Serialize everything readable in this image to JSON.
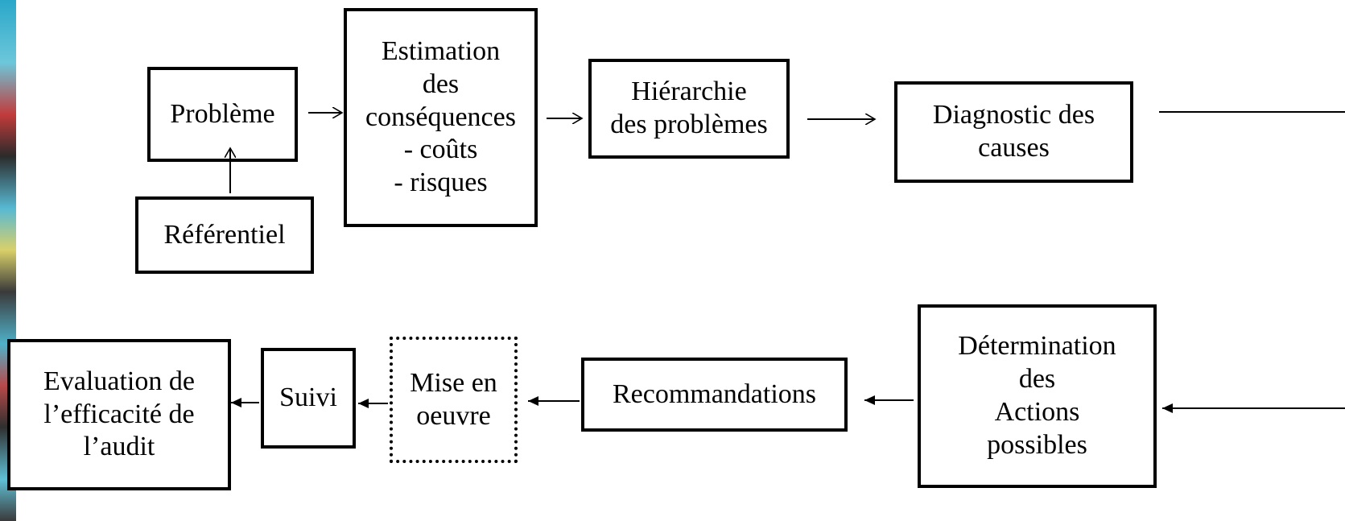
{
  "nodes": {
    "probleme": [
      "Problème"
    ],
    "referentiel": [
      "Référentiel"
    ],
    "estimation": [
      "Estimation",
      "des",
      "conséquences",
      "- coûts",
      "- risques"
    ],
    "hierarchie": [
      "Hiérarchie",
      "des problèmes"
    ],
    "diagnostic": [
      "Diagnostic des",
      "causes"
    ],
    "determination": [
      "Détermination",
      "des",
      "Actions",
      "possibles"
    ],
    "recommandations": [
      "Recommandations"
    ],
    "mise_en_oeuvre": [
      "Mise en",
      "oeuvre"
    ],
    "suivi": [
      "Suivi"
    ],
    "evaluation": [
      "Evaluation de",
      "l’efficacité de",
      "l’audit"
    ]
  },
  "edges": [
    {
      "from": "referentiel",
      "to": "probleme"
    },
    {
      "from": "probleme",
      "to": "estimation"
    },
    {
      "from": "estimation",
      "to": "hierarchie"
    },
    {
      "from": "hierarchie",
      "to": "diagnostic"
    },
    {
      "from": "diagnostic",
      "to": "determination"
    },
    {
      "from": "determination",
      "to": "recommandations"
    },
    {
      "from": "recommandations",
      "to": "mise_en_oeuvre"
    },
    {
      "from": "mise_en_oeuvre",
      "to": "suivi"
    },
    {
      "from": "suivi",
      "to": "evaluation"
    }
  ]
}
